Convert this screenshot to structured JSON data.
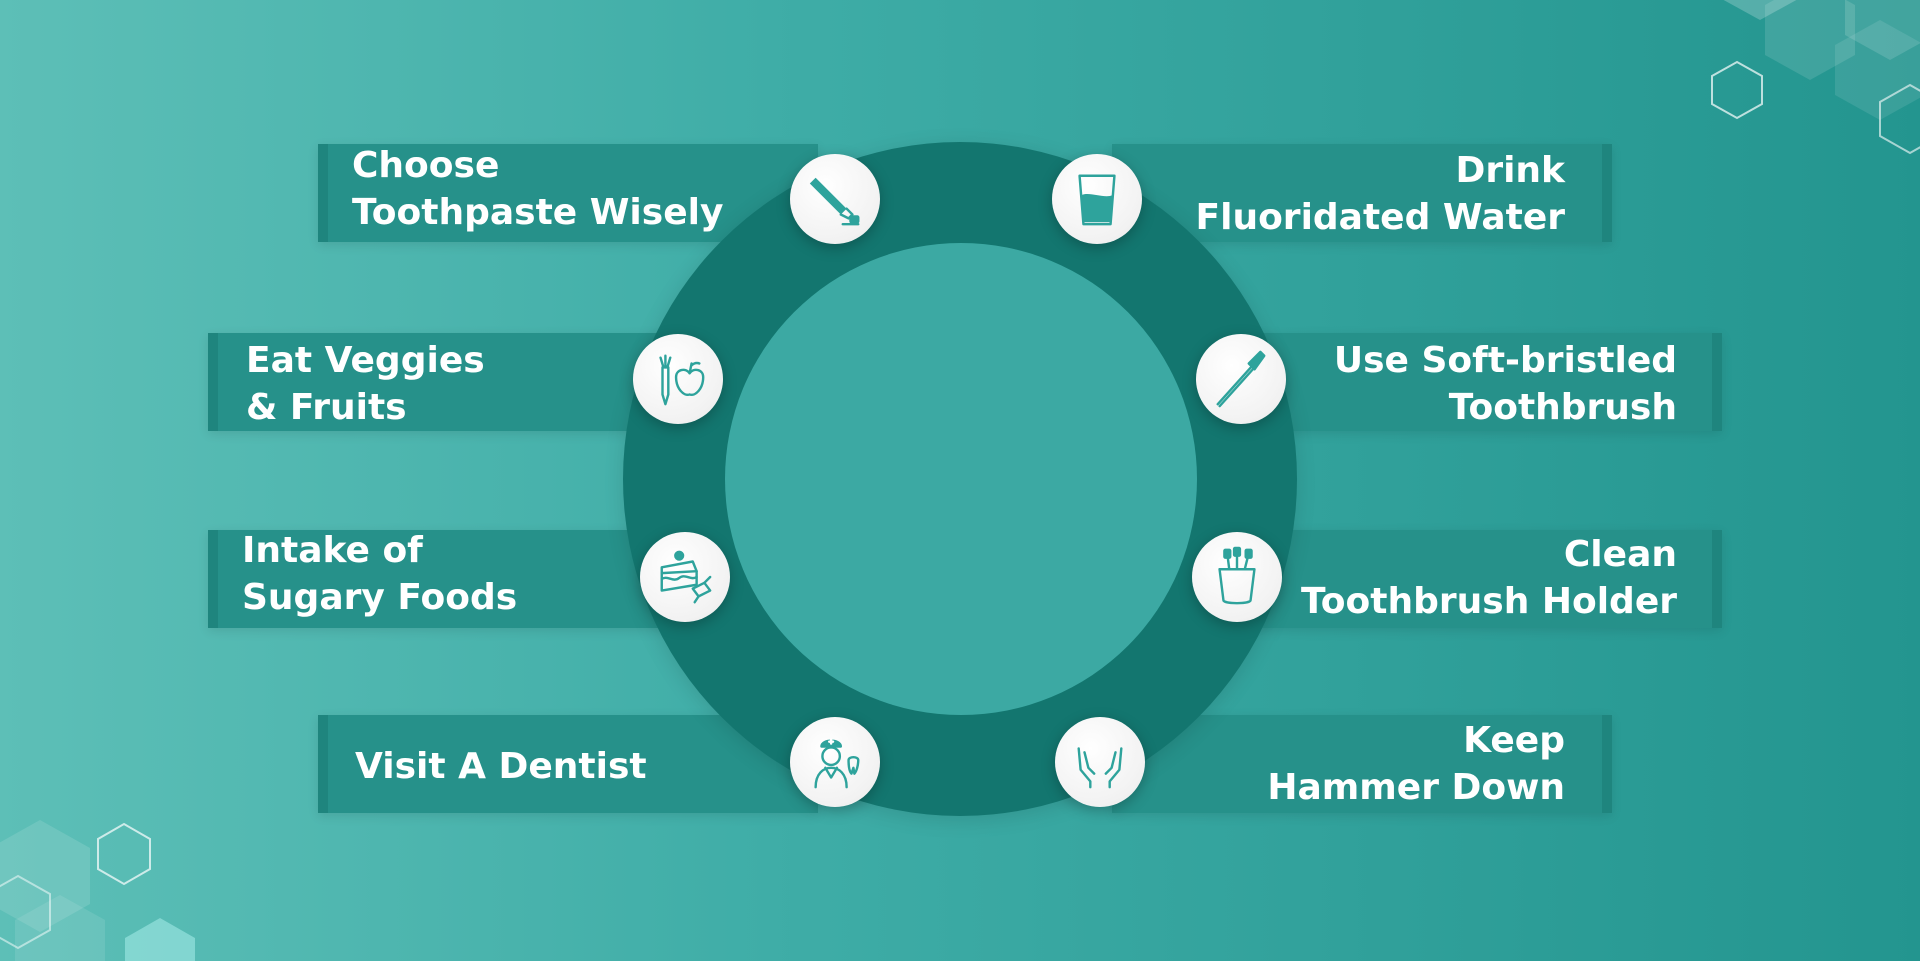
{
  "colors": {
    "bg_left": "#5dbfb7",
    "bg_right": "#23958f",
    "ring": "#13766f",
    "band": "#26918a",
    "icon": "#2ea39c",
    "text": "#ffffff"
  },
  "items": [
    {
      "label": "Choose\nToothpaste Wisely",
      "icon": "toothpaste-icon"
    },
    {
      "label": "Eat Veggies\n& Fruits",
      "icon": "veggies-fruits-icon"
    },
    {
      "label": "Intake of\nSugary Foods",
      "icon": "cake-candy-icon"
    },
    {
      "label": "Visit A Dentist",
      "icon": "dentist-icon"
    },
    {
      "label": "Drink\nFluoridated Water",
      "icon": "water-glass-icon"
    },
    {
      "label": "Use Soft-bristled\nToothbrush",
      "icon": "toothbrush-icon"
    },
    {
      "label": "Clean\nToothbrush Holder",
      "icon": "toothbrush-holder-icon"
    },
    {
      "label": "Keep\nHammer Down",
      "icon": "hands-icon"
    }
  ]
}
